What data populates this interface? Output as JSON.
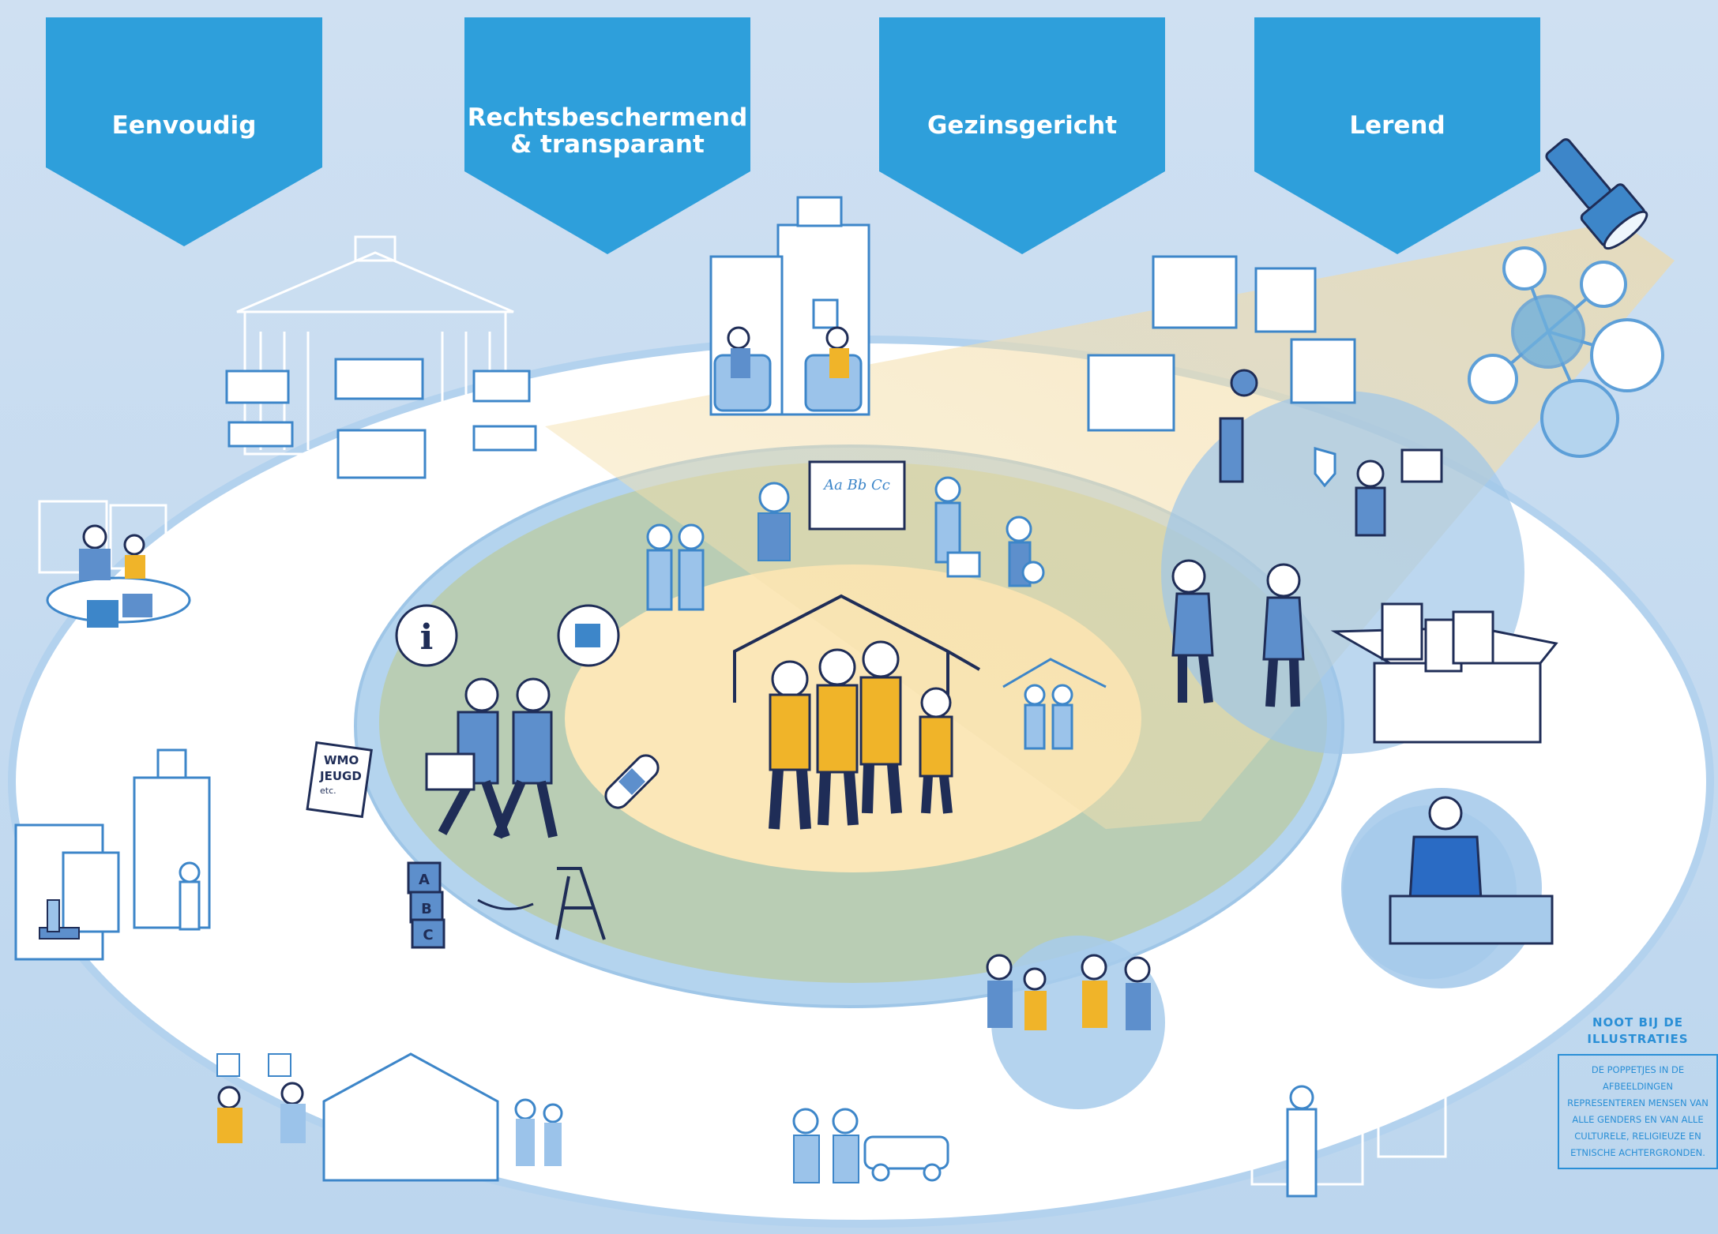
{
  "banners": [
    {
      "label": "Eenvoudig"
    },
    {
      "label": "Rechtsbeschermend\n& transparant"
    },
    {
      "label": "Gezinsgericht"
    },
    {
      "label": "Lerend"
    }
  ],
  "icons": {
    "info": "i",
    "wmo_line1": "WMO",
    "wmo_line2": "JEUGD",
    "wmo_line3": "etc.",
    "block_a": "A",
    "block_b": "B",
    "block_c": "C",
    "whiteboard": "Aa Bb Cc",
    "photo_label": "Aa",
    "question": "?",
    "exclaim": "!"
  },
  "note": {
    "title_line1": "NOOT BIJ DE",
    "title_line2": "ILLUSTRATIES",
    "text": "De poppetjes in de afbeeldingen representeren mensen van alle genders en van alle culturele, religieuze en etnische achtergronden."
  },
  "colors": {
    "background": "#cfe0f2",
    "banner": "#2e9fdb",
    "outer_ring": "#ffffff",
    "mid_ring": "#a9cde9",
    "green_zone": "#b9cdb4",
    "core_zone": "#fbe7b8",
    "figure_dark": "#1f2d57",
    "figure_blue": "#5d8fcc",
    "figure_yellow": "#f0b429",
    "line_blue": "#3d86c9"
  }
}
